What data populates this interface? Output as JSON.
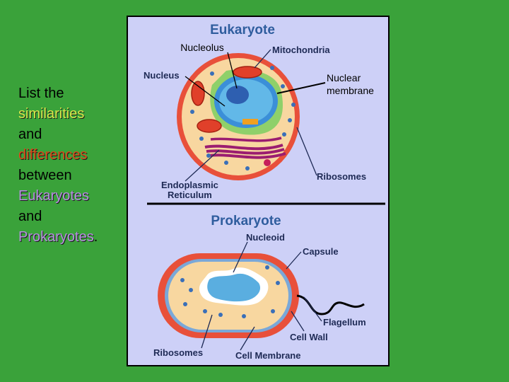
{
  "prompt": {
    "line1": "List the",
    "similarities": "similarities",
    "and1": "and",
    "differences": "differences",
    "between": "between",
    "eukaryotes": "Eukaryotes",
    "and2": "and",
    "prokaryotes": "Prokaryotes",
    "period": "."
  },
  "colors": {
    "background": "#3aa23a",
    "similarities": "#d9e84a",
    "differences": "#d94a1a",
    "organisms": "#b78fe0",
    "panel": "#cdd0f7"
  },
  "eukaryote": {
    "title": "Eukaryote",
    "labels": {
      "nucleolus": "Nucleolus",
      "mitochondria": "Mitochondria",
      "nucleus": "Nucleus",
      "nuclear_membrane_1": "Nuclear",
      "nuclear_membrane_2": "membrane",
      "er_1": "Endoplasmic",
      "er_2": "Reticulum",
      "ribosomes": "Ribosomes"
    }
  },
  "prokaryote": {
    "title": "Prokaryote",
    "labels": {
      "nucleoid": "Nucleoid",
      "capsule": "Capsule",
      "flagellum": "Flagellum",
      "cell_wall": "Cell Wall",
      "ribosomes": "Ribosomes",
      "cell_membrane": "Cell Membrane"
    }
  }
}
